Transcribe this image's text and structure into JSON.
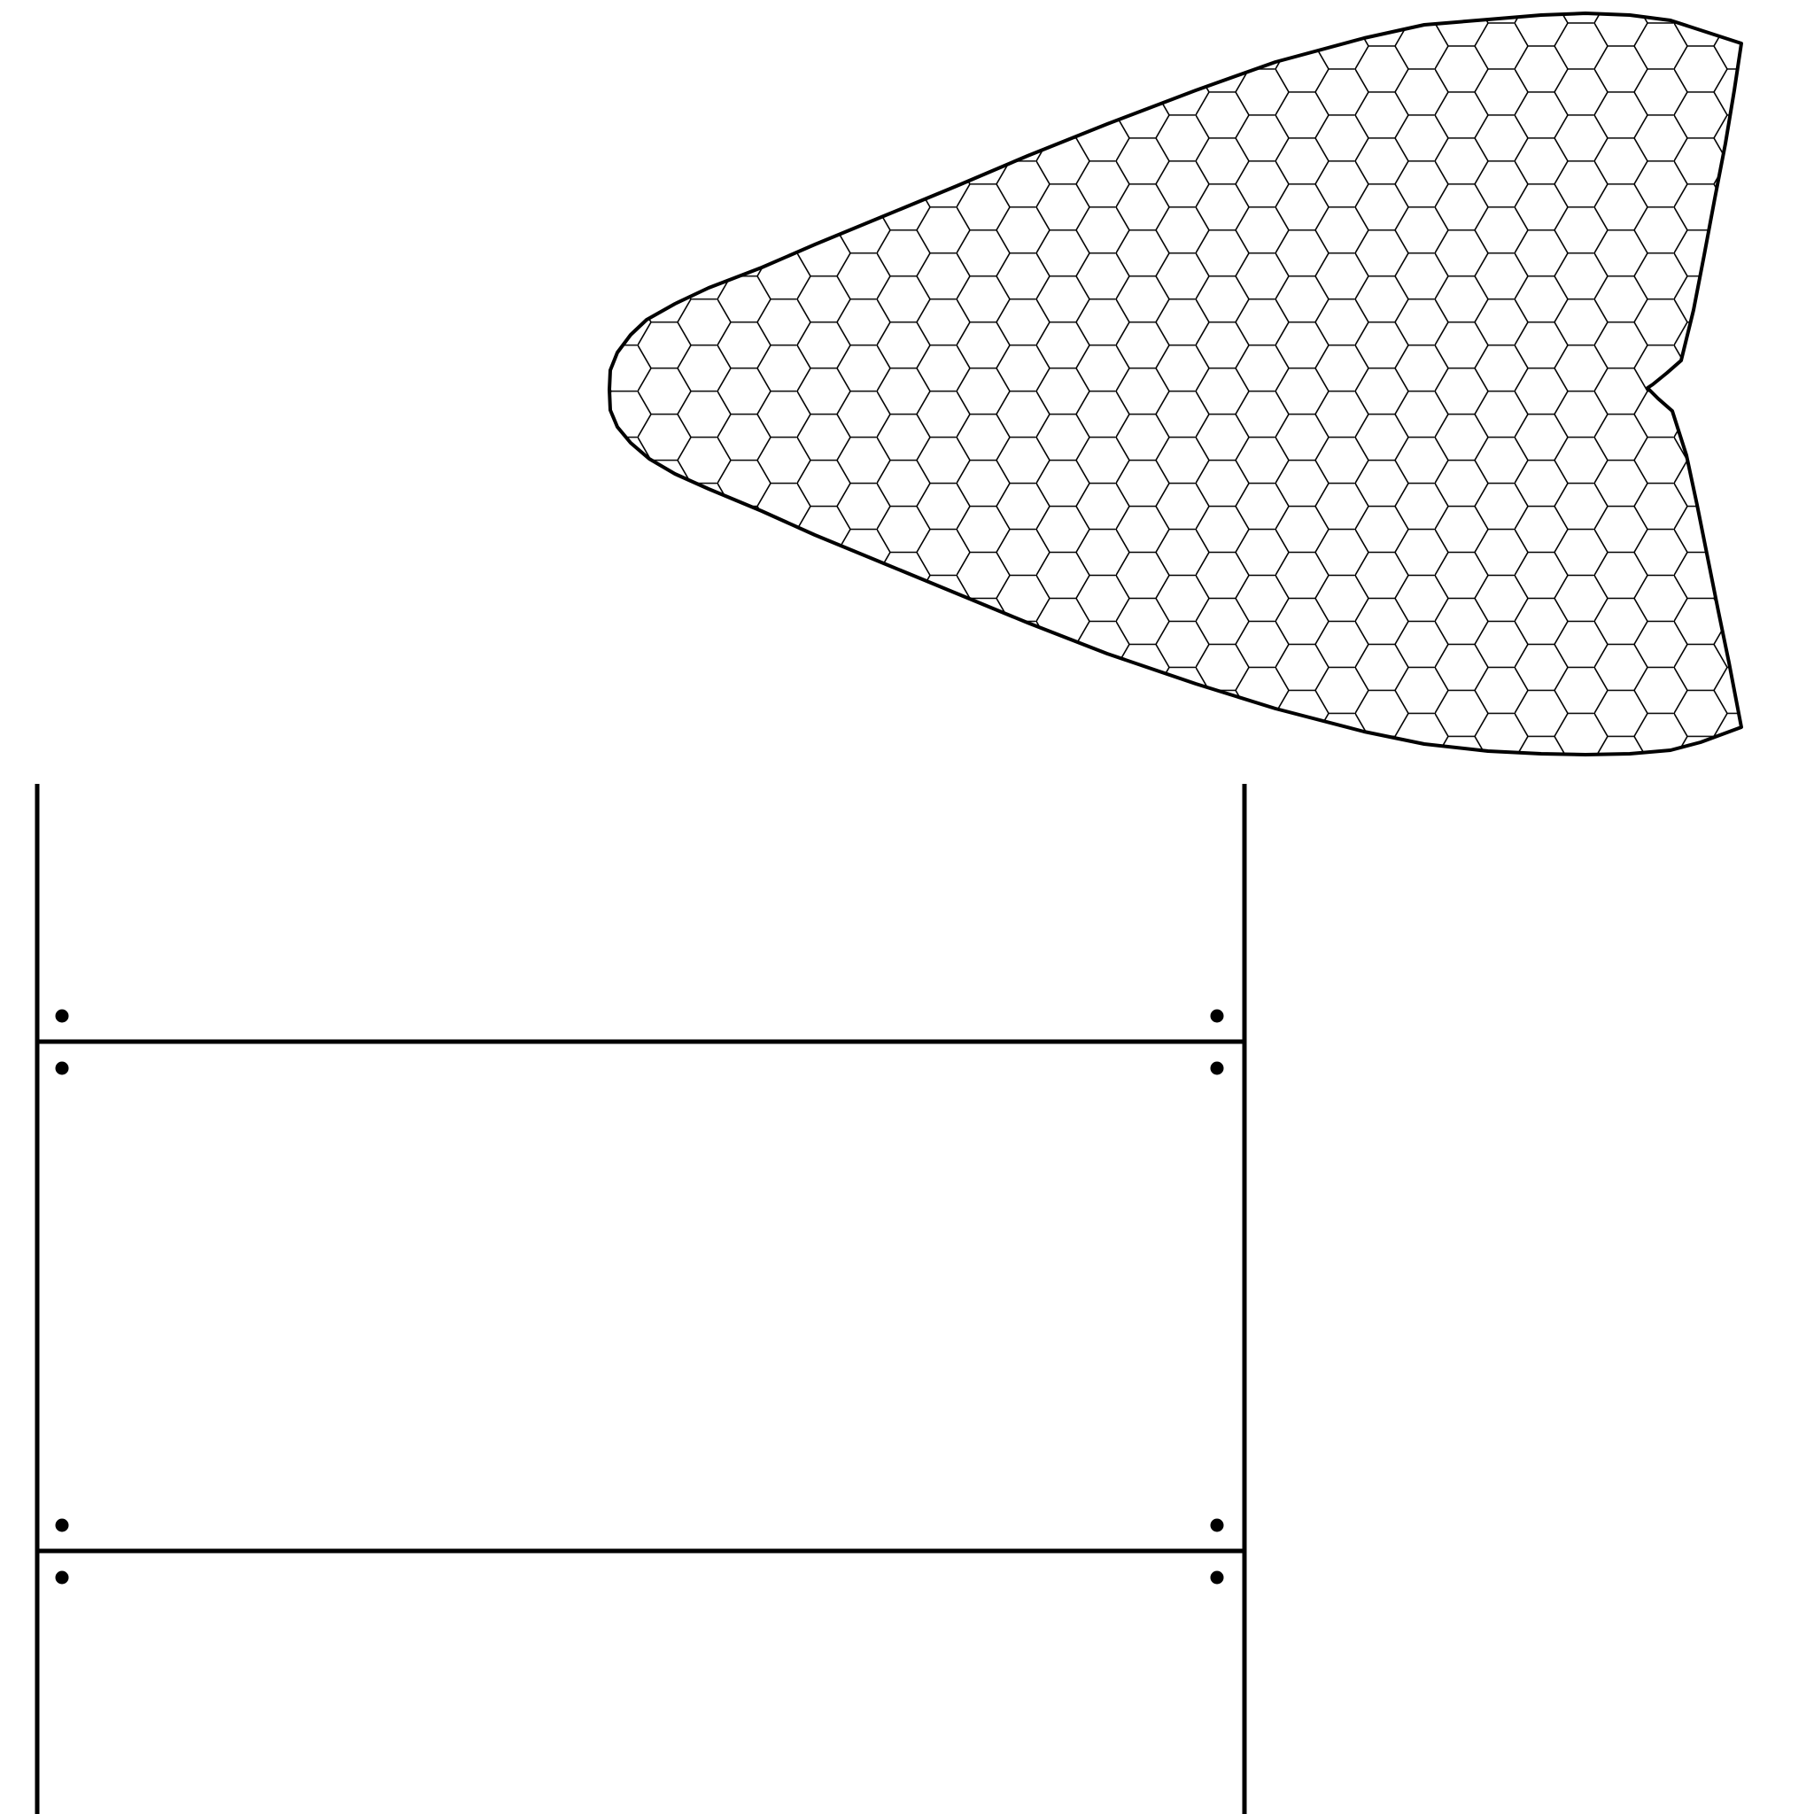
{
  "colors": {
    "background": "#ffffff",
    "stroke": "#000000"
  },
  "shapes": {
    "honeycomb_panel": "hexagonal-mesh-shape",
    "frame": "post-and-rail-frame",
    "fastener": "dot-marker"
  }
}
